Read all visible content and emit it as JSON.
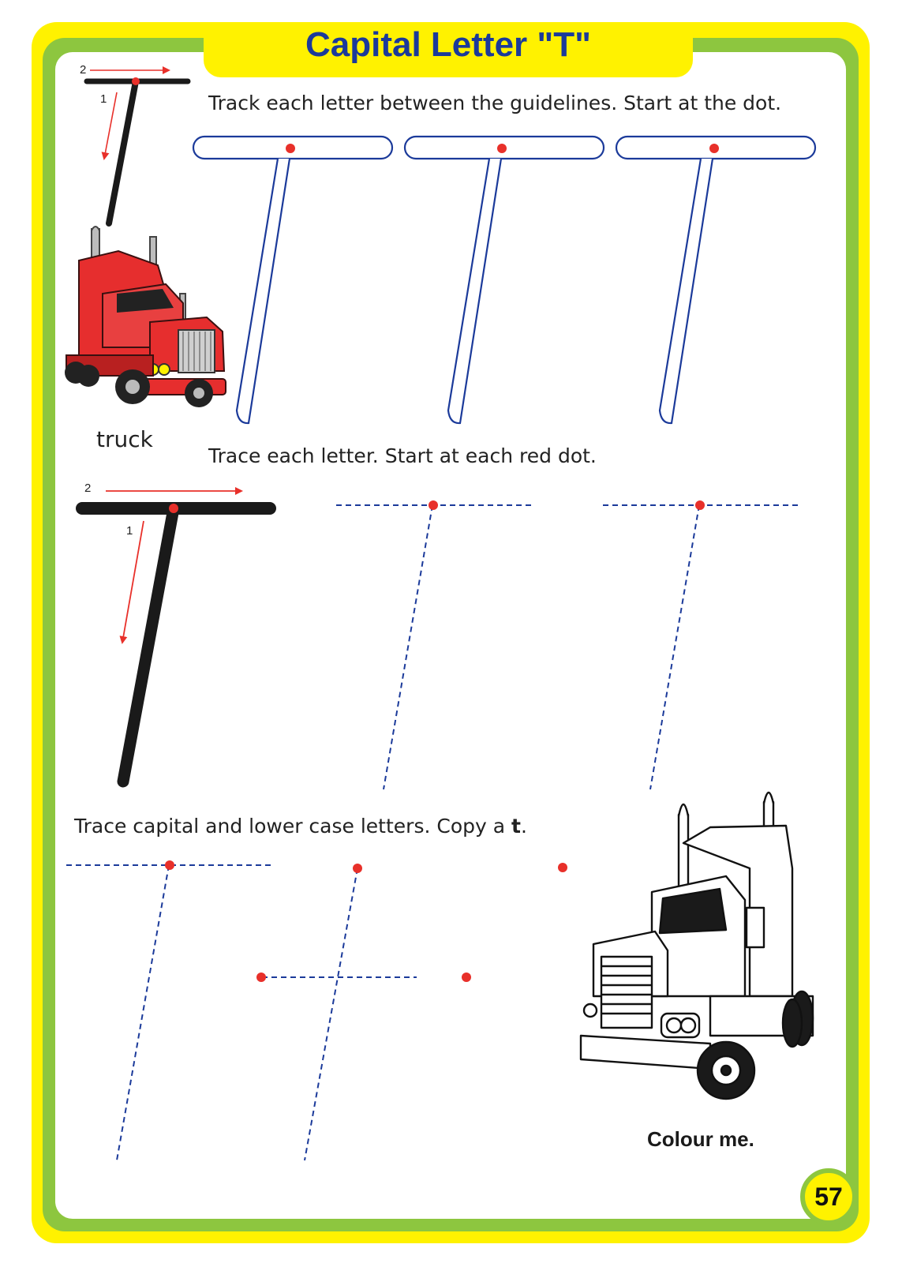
{
  "page": {
    "title": "Capital Letter \"T\"",
    "page_number": "57"
  },
  "model_small": {
    "stroke_1_number": "1",
    "stroke_2_number": "2"
  },
  "truck_picture": {
    "label": "truck"
  },
  "section_track": {
    "instruction": "Track each letter between the guidelines. Start at the dot."
  },
  "section_trace": {
    "instruction": "Trace each letter. Start at each red dot.",
    "stroke_1_number": "1",
    "stroke_2_number": "2"
  },
  "section_copy": {
    "instruction_prefix": "Trace capital and lower case letters. Copy a ",
    "instruction_letter": "t",
    "instruction_suffix": "."
  },
  "colouring": {
    "label": "Colour me."
  },
  "colors": {
    "frame_yellow": "#fff200",
    "frame_green": "#8dc63f",
    "title_blue": "#1b3a9a",
    "start_dot_red": "#e8302a",
    "guide_blue": "#1b3a9a",
    "truck_red": "#e62e2e"
  }
}
